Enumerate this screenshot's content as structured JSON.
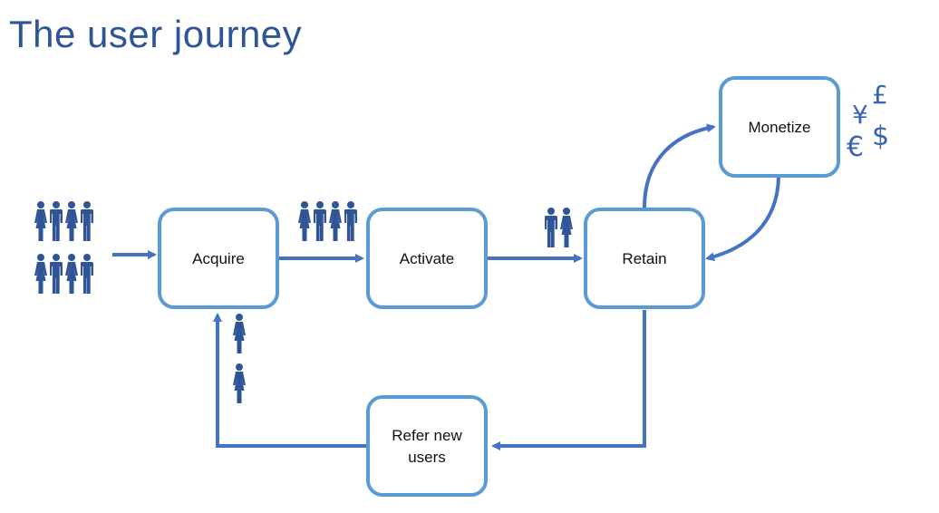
{
  "title": "The user journey",
  "nodes": {
    "acquire": "Acquire",
    "activate": "Activate",
    "retain": "Retain",
    "monetize": "Monetize",
    "refer_line1": "Refer new",
    "refer_line2": "users"
  },
  "currency_symbols": {
    "yen": "¥",
    "pound": "£",
    "euro": "€",
    "dollar": "$"
  },
  "colors": {
    "title": "#2f5597",
    "box_stroke": "#5b9bd5",
    "arrow": "#4472c4",
    "people": "#2f5597"
  },
  "icons": [
    "person-icon"
  ]
}
